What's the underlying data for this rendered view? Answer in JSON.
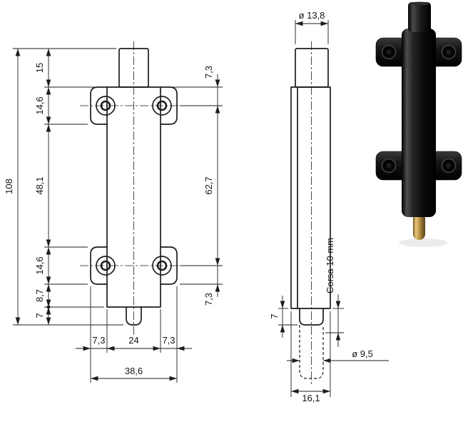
{
  "colors": {
    "line": "#1d1d1d",
    "background": "#ffffff",
    "photo_black": "#111111",
    "photo_brass": "#c9a25b"
  },
  "front_view": {
    "left_chain": {
      "d1": "15",
      "d2": "14,6",
      "d3": "48,1",
      "d4": "14,6",
      "d5": "8,7",
      "d6": "7"
    },
    "overall_height": "108",
    "right_chain": {
      "top": "7,3",
      "middle": "62,7",
      "bottom": "7,3"
    },
    "bottom_chain": {
      "left": "7,3",
      "middle": "24",
      "right": "7,3"
    },
    "overall_width": "38,6"
  },
  "side_view": {
    "top_diameter": "ø 13,8",
    "tip_length": "7",
    "stroke": "Corsa 10 mm",
    "pin_diameter": "ø 9,5",
    "depth": "16,1"
  }
}
